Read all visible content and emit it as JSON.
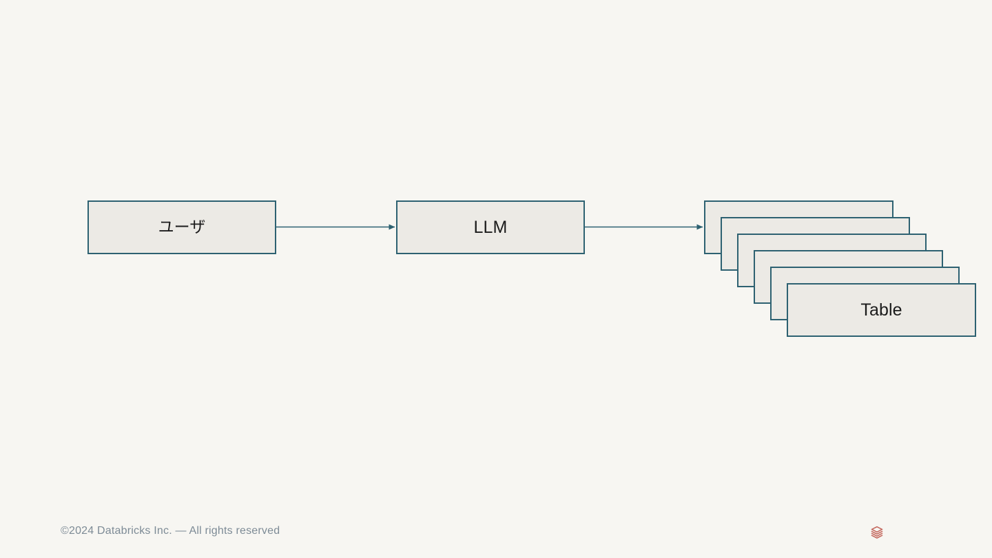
{
  "slide": {
    "background_color": "#f7f6f2",
    "diagram": {
      "type": "flow",
      "node_fill_color": "#eceae5",
      "node_border_color": "#2d6171",
      "connector_color": "#2d6171",
      "nodes": [
        {
          "id": "user",
          "label": "ユーザ",
          "shape": "rectangle"
        },
        {
          "id": "llm",
          "label": "LLM",
          "shape": "rectangle"
        },
        {
          "id": "table",
          "label": "Table",
          "shape": "stacked-rectangles",
          "stack_count": 6
        }
      ],
      "connectors": [
        {
          "id": "user-to-llm",
          "from": "user",
          "to": "llm",
          "arrowhead": "filled-triangle"
        },
        {
          "id": "llm-to-table",
          "from": "llm",
          "to": "table",
          "arrowhead": "filled-triangle"
        }
      ]
    }
  },
  "footer": {
    "copyright": "©2024 Databricks Inc. — All rights reserved",
    "copyright_color": "#7d8b96",
    "logo_name": "databricks-logo",
    "logo_color": "#c4685e"
  }
}
